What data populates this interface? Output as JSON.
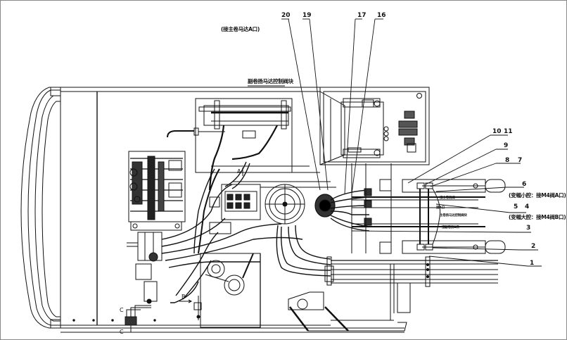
{
  "drawing": {
    "top_note": "(接主卷马达A口)",
    "title": "副卷扬马达控制阀块",
    "section_markers": {
      "a": "A",
      "b": "B",
      "c_top": "C",
      "c_bottom": "C"
    },
    "callouts": [
      {
        "id": "20",
        "label": "20"
      },
      {
        "id": "19",
        "label": "19"
      },
      {
        "id": "17",
        "label": "17"
      },
      {
        "id": "16",
        "label": "16"
      },
      {
        "id": "10",
        "label": "10"
      },
      {
        "id": "11",
        "label": "11"
      },
      {
        "id": "9",
        "label": "9"
      },
      {
        "id": "8",
        "label": "8"
      },
      {
        "id": "7",
        "label": "7"
      },
      {
        "id": "6",
        "label": "6"
      },
      {
        "id": "5",
        "label": "5"
      },
      {
        "id": "4",
        "label": "4"
      },
      {
        "id": "3",
        "label": "3"
      },
      {
        "id": "2",
        "label": "2"
      },
      {
        "id": "1",
        "label": "1"
      }
    ],
    "side_notes": {
      "luffing_small_chamber": "(变幅小腔：接M4阀A口)",
      "luffing_large_chamber": "(变幅大腔：接M4阀B口)"
    },
    "hose_tags": {
      "tag_1": "接主卷扬阀",
      "tag_2": "接A口",
      "tag_3": "主卷扬马达控制阀块",
      "tag_4": "接副卷扬B口"
    }
  },
  "colors": {
    "line": "#111111",
    "background": "#ffffff",
    "frame": "#888888"
  }
}
